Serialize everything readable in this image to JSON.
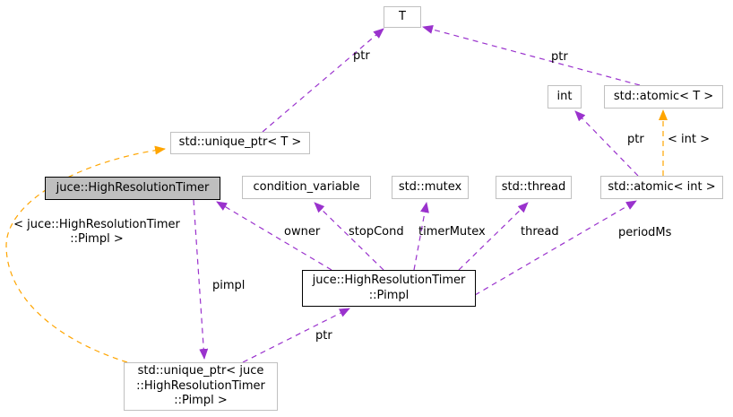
{
  "colors": {
    "usage_edge": "#9a32cd",
    "template_edge": "#ffa500",
    "node_border": "#c0c0c0",
    "highlight_border": "#000000",
    "main_node_fill": "#bfbfbf",
    "node_fill": "#ffffff",
    "text": "#000000"
  },
  "nodes": {
    "t": {
      "label": "T"
    },
    "unique_ptr_t": {
      "label": "std::unique_ptr< T >"
    },
    "main": {
      "label": "juce::HighResolutionTimer"
    },
    "condition_variable": {
      "label": "condition_variable"
    },
    "std_mutex": {
      "label": "std::mutex"
    },
    "std_thread": {
      "label": "std::thread"
    },
    "int": {
      "label": "int"
    },
    "atomic_t": {
      "label": "std::atomic< T >"
    },
    "atomic_int": {
      "label": "std::atomic< int >"
    },
    "pimpl_class": {
      "lines": [
        "juce::HighResolutionTimer",
        "::Pimpl"
      ]
    },
    "unique_ptr_pimpl": {
      "lines": [
        "std::unique_ptr< juce",
        "::HighResolutionTimer",
        "::Pimpl >"
      ]
    }
  },
  "edge_labels": {
    "ptr_unique": "ptr",
    "ptr_atomic_t": "ptr",
    "ptr_atomic_int": "ptr",
    "tmpl_int": "< int >",
    "owner": "owner",
    "stop_cond": "stopCond",
    "timer_mutex": "timerMutex",
    "thread": "thread",
    "period_ms": "periodMs",
    "pimpl_member": "pimpl",
    "ptr_pimpl": "ptr",
    "tmpl_pimpl": [
      "< juce::HighResolutionTimer",
      "::Pimpl >"
    ]
  }
}
